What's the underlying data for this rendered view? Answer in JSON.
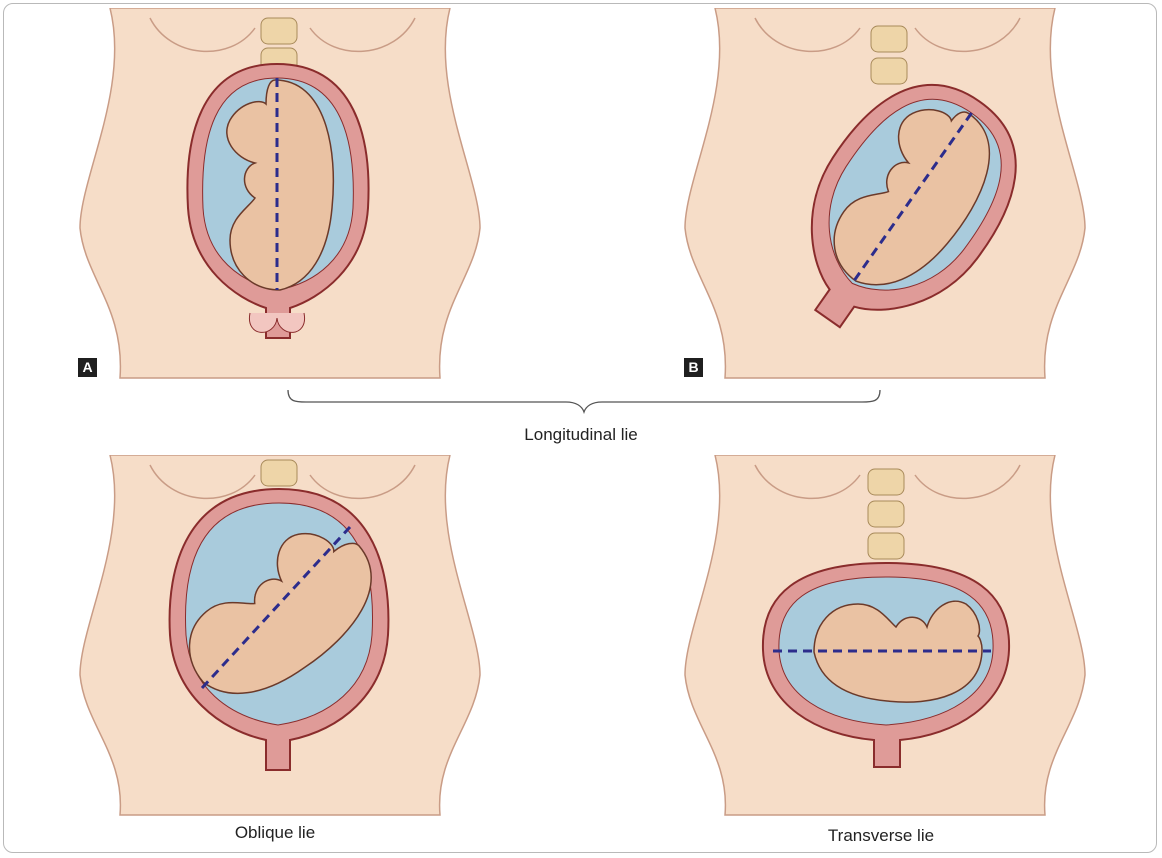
{
  "labels": {
    "a": "A",
    "b": "B",
    "longitudinal": "Longitudinal lie",
    "oblique": "Oblique lie",
    "transverse": "Transverse lie"
  },
  "colors": {
    "skin": "#f6ddc8",
    "skin_outline": "#c99c86",
    "uterus_wall": "#df9b98",
    "uterus_outline": "#8a2c2c",
    "fluid": "#a9cbdc",
    "fetus": "#eac2a3",
    "fetus_outline": "#6b3a2a",
    "axis_line": "#2c2c8c",
    "spine": "#eed5a8"
  }
}
